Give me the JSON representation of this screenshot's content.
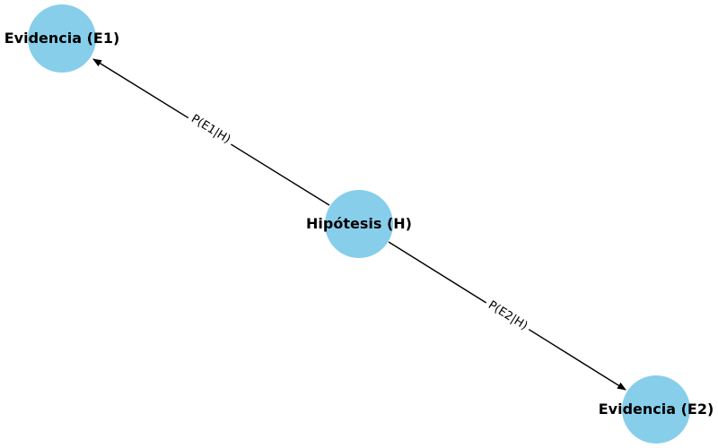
{
  "diagram": {
    "node_color": "#87ceeb",
    "edge_color": "#000000",
    "nodes": [
      {
        "id": "H",
        "label": "Hipótesis (H)"
      },
      {
        "id": "E1",
        "label": "Evidencia (E1)"
      },
      {
        "id": "E2",
        "label": "Evidencia (E2)"
      }
    ],
    "edges": [
      {
        "from": "H",
        "to": "E1",
        "label": "P(E1|H)"
      },
      {
        "from": "H",
        "to": "E2",
        "label": "P(E2|H)"
      }
    ]
  }
}
